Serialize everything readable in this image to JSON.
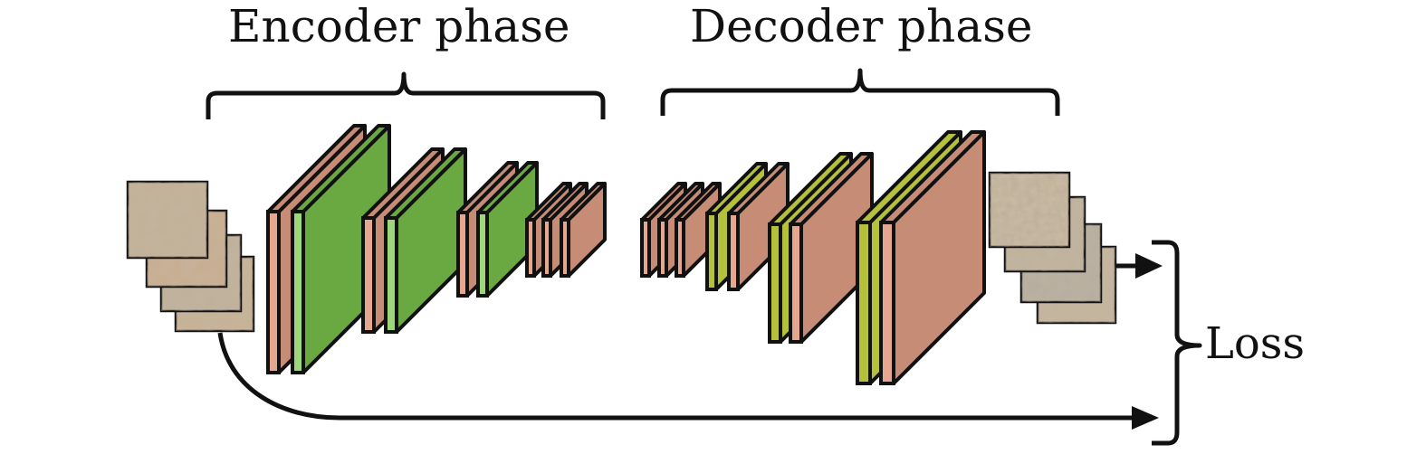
{
  "labels": {
    "encoder": "Encoder phase",
    "decoder": "Decoder phase",
    "loss": "Loss"
  },
  "colors": {
    "salmon": "#c78c75",
    "salmon_light": "#e6a790",
    "green": "#6aa842",
    "green_light": "#9ed67b",
    "yellow_green": "#b5c13a",
    "outline": "#111111",
    "texture_light": "#cdbba0",
    "texture_dark": "#a99478"
  }
}
